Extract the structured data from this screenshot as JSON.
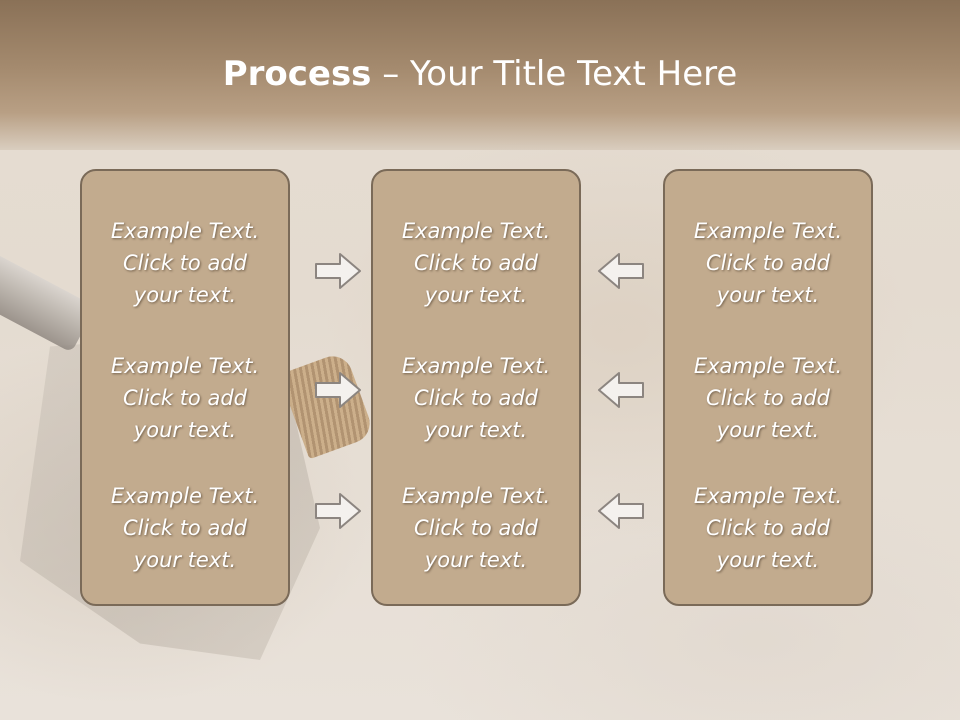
{
  "title": {
    "bold": "Process",
    "rest": " – Your Title Text Here"
  },
  "columns": [
    {
      "items": [
        "Example Text.\nClick  to add\nyour text.",
        "Example Text.\nClick  to add\nyour text.",
        "Example Text.\nClick  to add\nyour text."
      ]
    },
    {
      "items": [
        "Example Text.\nClick  to add\nyour text.",
        "Example Text.\nClick  to add\nyour text.",
        "Example Text.\nClick  to add\nyour text."
      ]
    },
    {
      "items": [
        "Example Text.\nClick  to add\nyour text.",
        "Example Text.\nClick  to add\nyour text.",
        "Example Text.\nClick  to add\nyour text."
      ]
    }
  ],
  "arrows": {
    "left_group": "right-arrow-icon",
    "right_group": "left-arrow-icon"
  },
  "colors": {
    "box_fill": "#c2ab8e",
    "box_border": "#7a6a58",
    "header": "#a48a6e",
    "text": "#ffffff"
  }
}
